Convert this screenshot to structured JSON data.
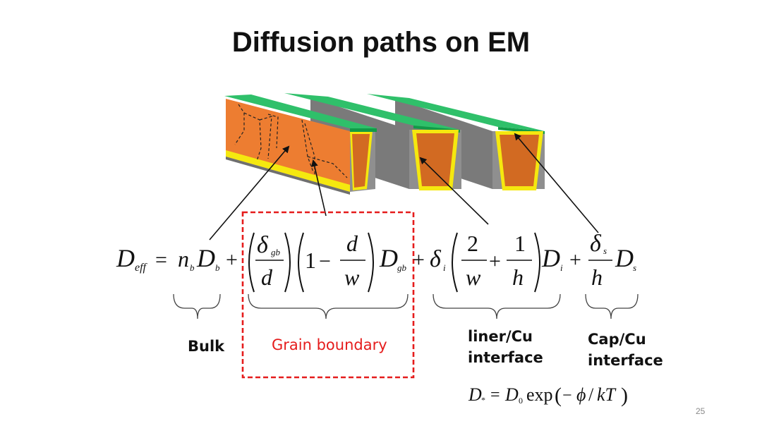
{
  "slide": {
    "title": "Diffusion paths on EM",
    "page_number": "25"
  },
  "equation": {
    "D": "D",
    "eff": "eff",
    "equals": "=",
    "n": "n",
    "b": "b",
    "plus": "+",
    "delta": "δ",
    "gb": "gb",
    "d": "d",
    "one": "1",
    "minus": "−",
    "w": "w",
    "i": "i",
    "two": "2",
    "h": "h",
    "s": "s"
  },
  "sub_equation": {
    "lhs_D": "D",
    "lhs_sub": "*",
    "equals": "=",
    "D0": "D",
    "zero": "0",
    "exp": "exp",
    "minus": "−",
    "phi": "ϕ",
    "kT": "kT"
  },
  "labels": {
    "bulk": "Bulk",
    "grain_boundary": "Grain boundary",
    "liner_line1": "liner/Cu",
    "liner_line2": "interface",
    "cap_line1": "Cap/Cu",
    "cap_line2": "interface"
  },
  "colors": {
    "copper": "#ed7d31",
    "copper_dark": "#d26a22",
    "cap_green": "#2fc06a",
    "cap_green_dark": "#119b47",
    "liner_yellow": "#f5e80f",
    "dielectric_gray": "#8f8f8f",
    "dielectric_dark": "#6f6f6f",
    "highlight_red": "#e51c1c"
  }
}
